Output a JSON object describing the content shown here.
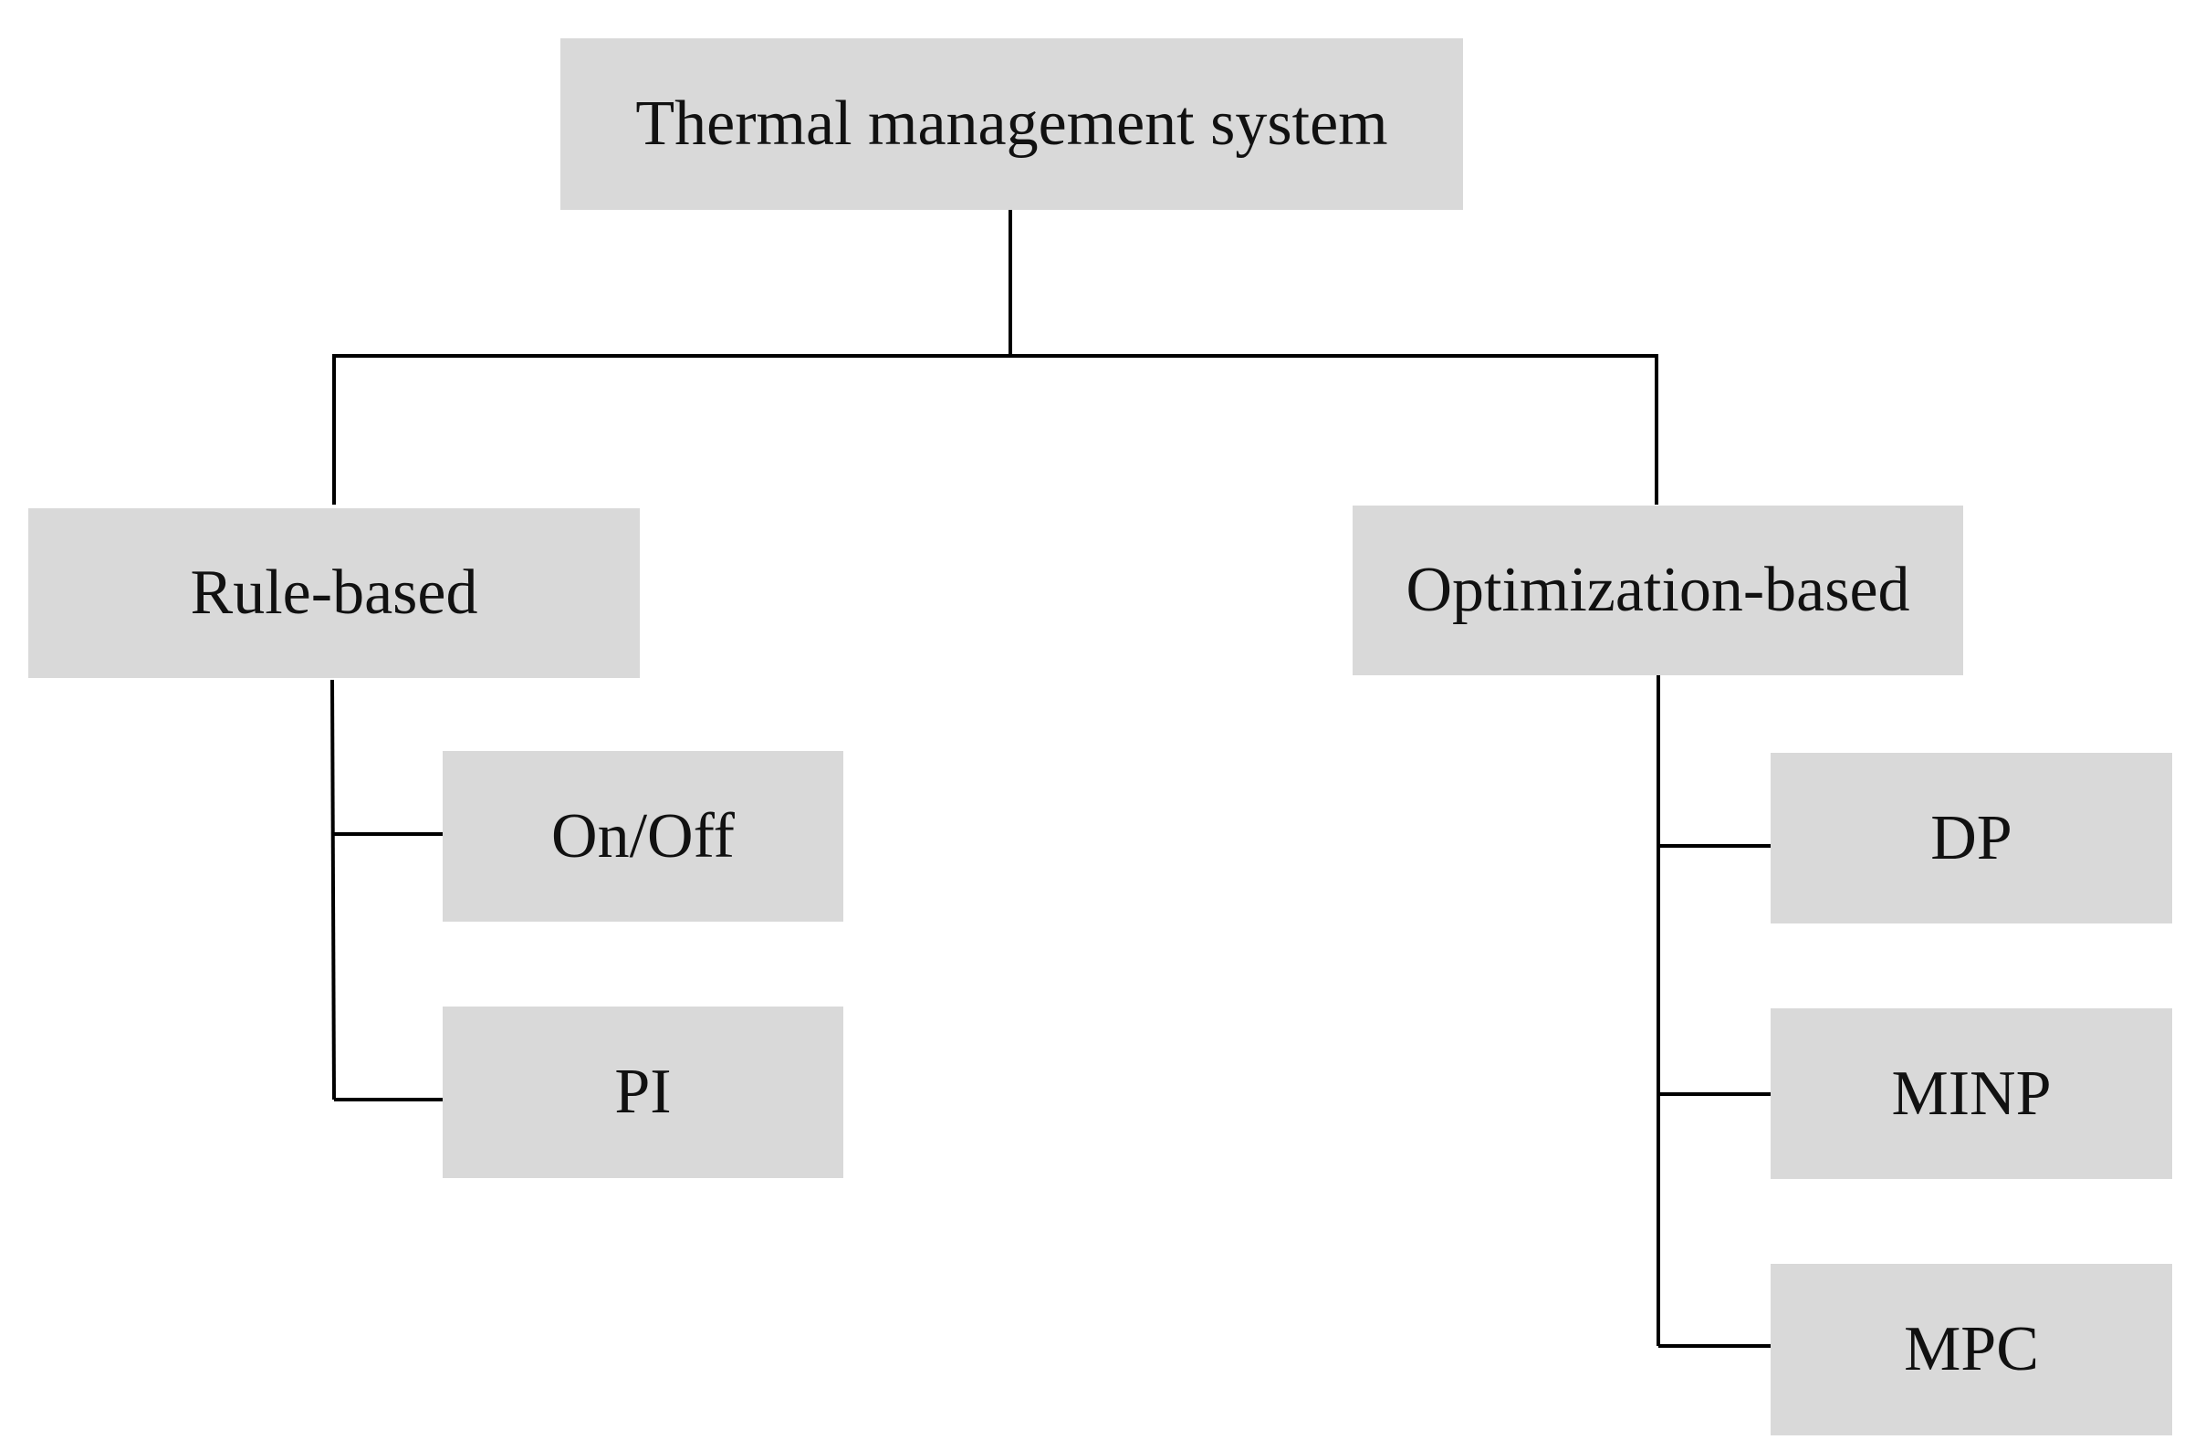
{
  "diagram": {
    "root": {
      "label": "Thermal management system"
    },
    "branches": [
      {
        "label": "Rule-based",
        "children": [
          {
            "label": "On/Off"
          },
          {
            "label": "PI"
          }
        ]
      },
      {
        "label": "Optimization-based",
        "children": [
          {
            "label": "DP"
          },
          {
            "label": "MINP"
          },
          {
            "label": "MPC"
          }
        ]
      }
    ]
  },
  "colors": {
    "box_fill": "#d9d9d9",
    "line": "#000000",
    "text": "#111111",
    "background": "#ffffff"
  }
}
